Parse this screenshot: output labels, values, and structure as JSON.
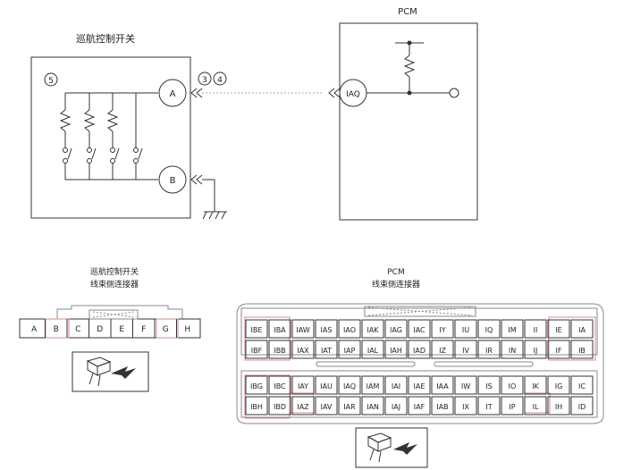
{
  "switch_diagram": {
    "title": "巡航控制开关",
    "circle_label": "5",
    "terminal_a": "A",
    "terminal_b": "B",
    "connector_ref_1": "3",
    "connector_ref_2": "4"
  },
  "pcm_diagram": {
    "title": "PCM",
    "terminal": "IAQ"
  },
  "switch_connector": {
    "title_line1": "巡航控制开关",
    "title_line2": "线束侧连接器",
    "pins": [
      "A",
      "B",
      "C",
      "D",
      "E",
      "F",
      "G",
      "H"
    ]
  },
  "pcm_connector": {
    "title_line1": "PCM",
    "title_line2": "线束侧连接器",
    "rows": [
      [
        "IBE",
        "IBA",
        "IAW",
        "IAS",
        "IAO",
        "IAK",
        "IAG",
        "IAC",
        "IY",
        "IU",
        "IQ",
        "IM",
        "II",
        "IE",
        "IA"
      ],
      [
        "IBF",
        "IBB",
        "IAX",
        "IAT",
        "IAP",
        "IAL",
        "IAH",
        "IAD",
        "IZ",
        "IV",
        "IR",
        "IN",
        "IJ",
        "IF",
        "IB"
      ],
      [
        "IBG",
        "IBC",
        "IAY",
        "IAU",
        "IAQ",
        "IAM",
        "IAI",
        "IAE",
        "IAA",
        "IW",
        "IS",
        "IO",
        "IK",
        "IG",
        "IC"
      ],
      [
        "IBH",
        "IBD",
        "IAZ",
        "IAV",
        "IAR",
        "IAN",
        "IAJ",
        "IAF",
        "IAB",
        "IX",
        "IT",
        "IP",
        "IL",
        "IH",
        "ID"
      ]
    ]
  }
}
